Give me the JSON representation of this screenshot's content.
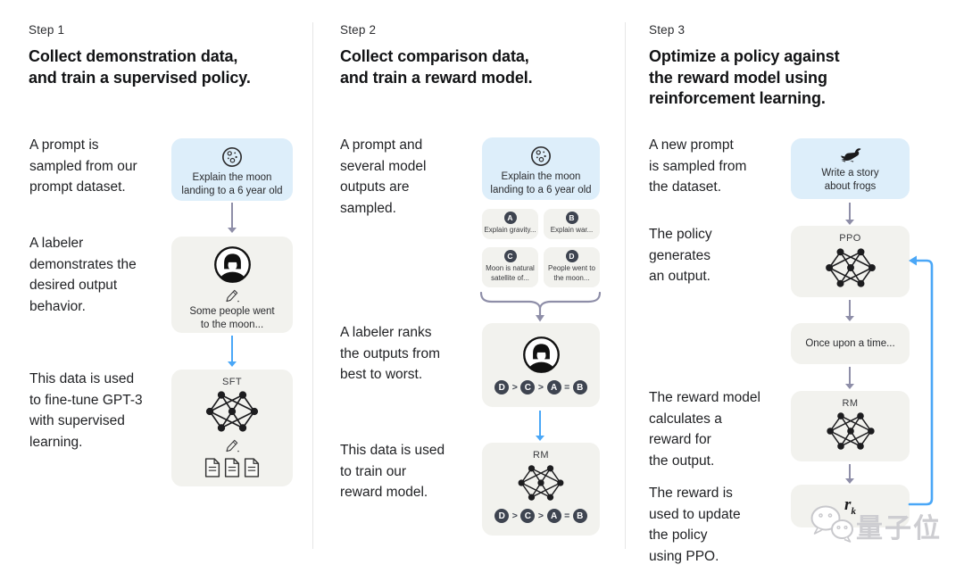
{
  "colors": {
    "bg": "#ffffff",
    "card-blue": "#ddeefa",
    "card-gray": "#f2f2ee",
    "arrow-gray": "#8e8ea8",
    "arrow-blue": "#4aa7f7",
    "badge": "#3e4450",
    "text": "#1d1e20",
    "divider": "#e6e6e6",
    "watermark": "#cdcdd1"
  },
  "icons": {
    "moon": "moon-with-craters-outline",
    "labeler": "person-avatar",
    "pencil": "✎",
    "network": "neural-network-nodes",
    "documents": "stacked-pages",
    "frog": "frog-silhouette",
    "wechat": "chat-bubbles"
  },
  "step1": {
    "label": "Step 1",
    "title": "Collect demonstration data,\nand train a supervised policy.",
    "caption_prompt": "A prompt is\nsampled from our\nprompt dataset.",
    "caption_labeler": "A labeler\ndemonstrates the\ndesired output\nbehavior.",
    "caption_finetune": "This data is used\nto fine-tune GPT-3\nwith supervised\nlearning.",
    "prompt_card": "Explain the moon\nlanding to a 6 year old",
    "labeler_card": "Some people went\nto the moon...",
    "sft_label": "SFT"
  },
  "step2": {
    "label": "Step 2",
    "title": "Collect comparison data,\nand train a reward model.",
    "caption_prompt": "A prompt and\nseveral model\noutputs are\nsampled.",
    "caption_rank": "A labeler ranks\nthe outputs from\nbest to worst.",
    "caption_train": "This data is used\nto train our\nreward model.",
    "prompt_card": "Explain the moon\nlanding to a 6 year old",
    "outputs": [
      {
        "badge": "A",
        "text": "Explain gravity..."
      },
      {
        "badge": "B",
        "text": "Explain war..."
      },
      {
        "badge": "C",
        "text": "Moon is natural\nsatellite of..."
      },
      {
        "badge": "D",
        "text": "People went to\nthe moon..."
      }
    ],
    "ranking": {
      "letters": [
        "D",
        "C",
        "A",
        "B"
      ],
      "ops": [
        ">",
        ">",
        "="
      ]
    },
    "rm_label": "RM"
  },
  "step3": {
    "label": "Step 3",
    "title": "Optimize a policy against\nthe reward model using\nreinforcement learning.",
    "caption_prompt": "A new prompt\nis sampled from\nthe dataset.",
    "caption_policy": "The policy\ngenerates\nan output.",
    "caption_reward": "The reward model\ncalculates a\nreward for\nthe output.",
    "caption_update": "The reward is\nused to update\nthe policy\nusing PPO.",
    "prompt_card": "Write a story\nabout frogs",
    "ppo_label": "PPO",
    "output_card": "Once upon a time...",
    "rm_label": "RM",
    "reward_symbol": "r",
    "reward_subscript": "k"
  },
  "watermark": {
    "text": "量子位"
  }
}
